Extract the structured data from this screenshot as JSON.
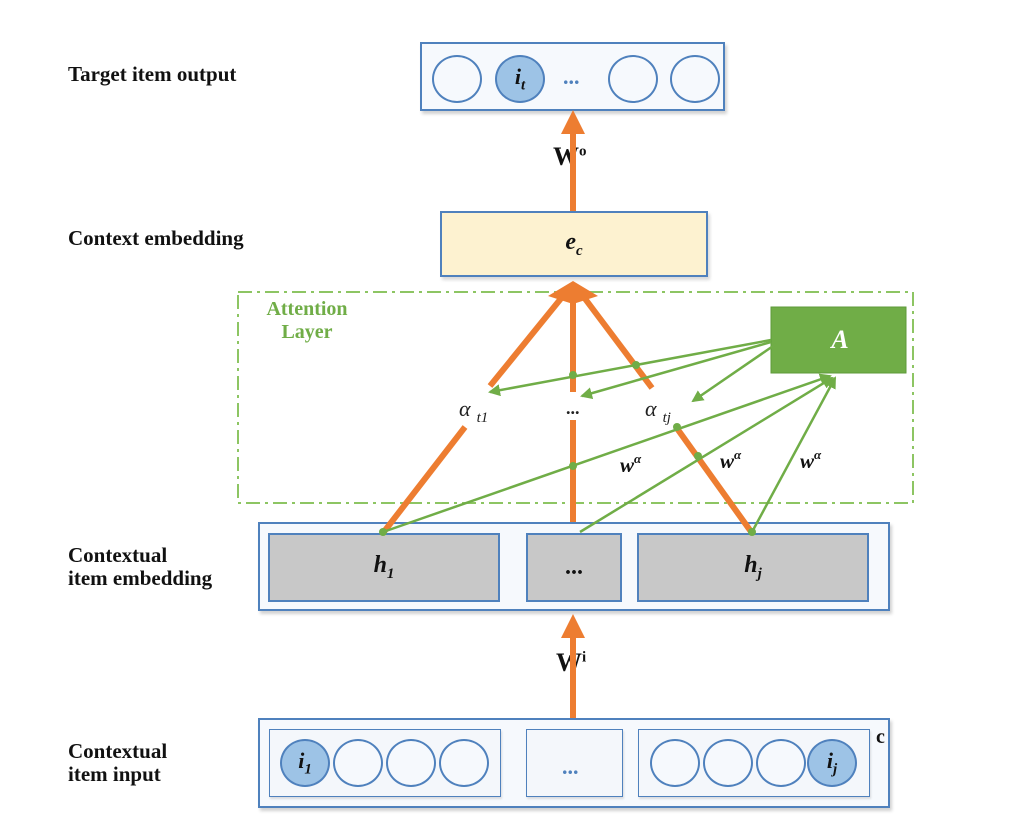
{
  "labels": {
    "target_output": "Target item output",
    "context_embedding": "Context embedding",
    "contextual_embedding_line1": "Contextual",
    "contextual_embedding_line2": "item embedding",
    "contextual_input_line1": "Contextual",
    "contextual_input_line2": "item input"
  },
  "target_output": {
    "highlight_base": "i",
    "highlight_sub": "t",
    "ellipsis": "..."
  },
  "weights": {
    "output_base": "W",
    "output_sup": "o",
    "input_base": "W",
    "input_sup": "i"
  },
  "context": {
    "base": "e",
    "sub": "c"
  },
  "attention": {
    "title_line1": "Attention",
    "title_line2": "Layer",
    "matrix": "A",
    "alpha_1_base": "α",
    "alpha_1_sub": "t1",
    "alpha_mid": "...",
    "alpha_j_base": "α",
    "alpha_j_sub": "tj",
    "w_base": "w",
    "w_sup": "α"
  },
  "embedding": {
    "h1_base": "h",
    "h1_sub": "1",
    "mid": "...",
    "hj_base": "h",
    "hj_sub": "j"
  },
  "input": {
    "first_base": "i",
    "first_sub": "1",
    "mid": "...",
    "last_base": "i",
    "last_sub": "j",
    "corner": "c"
  },
  "colors": {
    "orange": "#ed7d31",
    "green": "#70ad47",
    "blue_border": "#4f81bd",
    "blue_fill": "#9dc3e6",
    "gray_fill": "#c8c8c8",
    "context_fill": "#fdf2d0"
  }
}
